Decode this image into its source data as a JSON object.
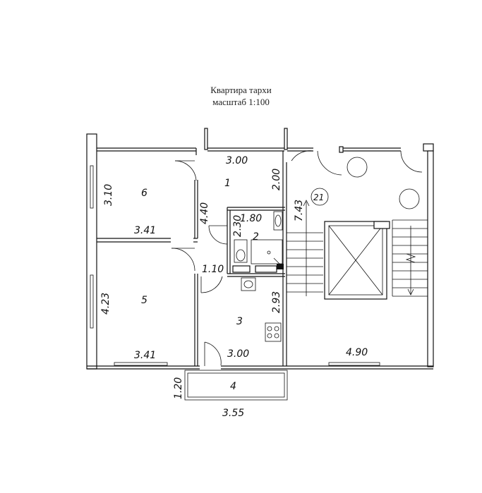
{
  "header": {
    "title_line1": "Квартира тархи",
    "title_line2": "масштаб 1:100"
  },
  "plan": {
    "rooms": {
      "r1": "1",
      "r2": "2",
      "r3": "3",
      "r4": "4",
      "r5": "5",
      "r6": "6",
      "r21": "21"
    },
    "dims": {
      "d_300_top": "3.00",
      "d_200": "2.00",
      "d_310": "3.10",
      "d_440": "4.40",
      "d_180": "1.80",
      "d_230": "2.30",
      "d_341_upper": "3.41",
      "d_743": "7.43",
      "d_110": "1.10",
      "d_423": "4.23",
      "d_293": "2.93",
      "d_341_lower": "3.41",
      "d_300_bottom": "3.00",
      "d_490": "4.90",
      "d_120": "1.20",
      "d_355": "3.55"
    }
  }
}
